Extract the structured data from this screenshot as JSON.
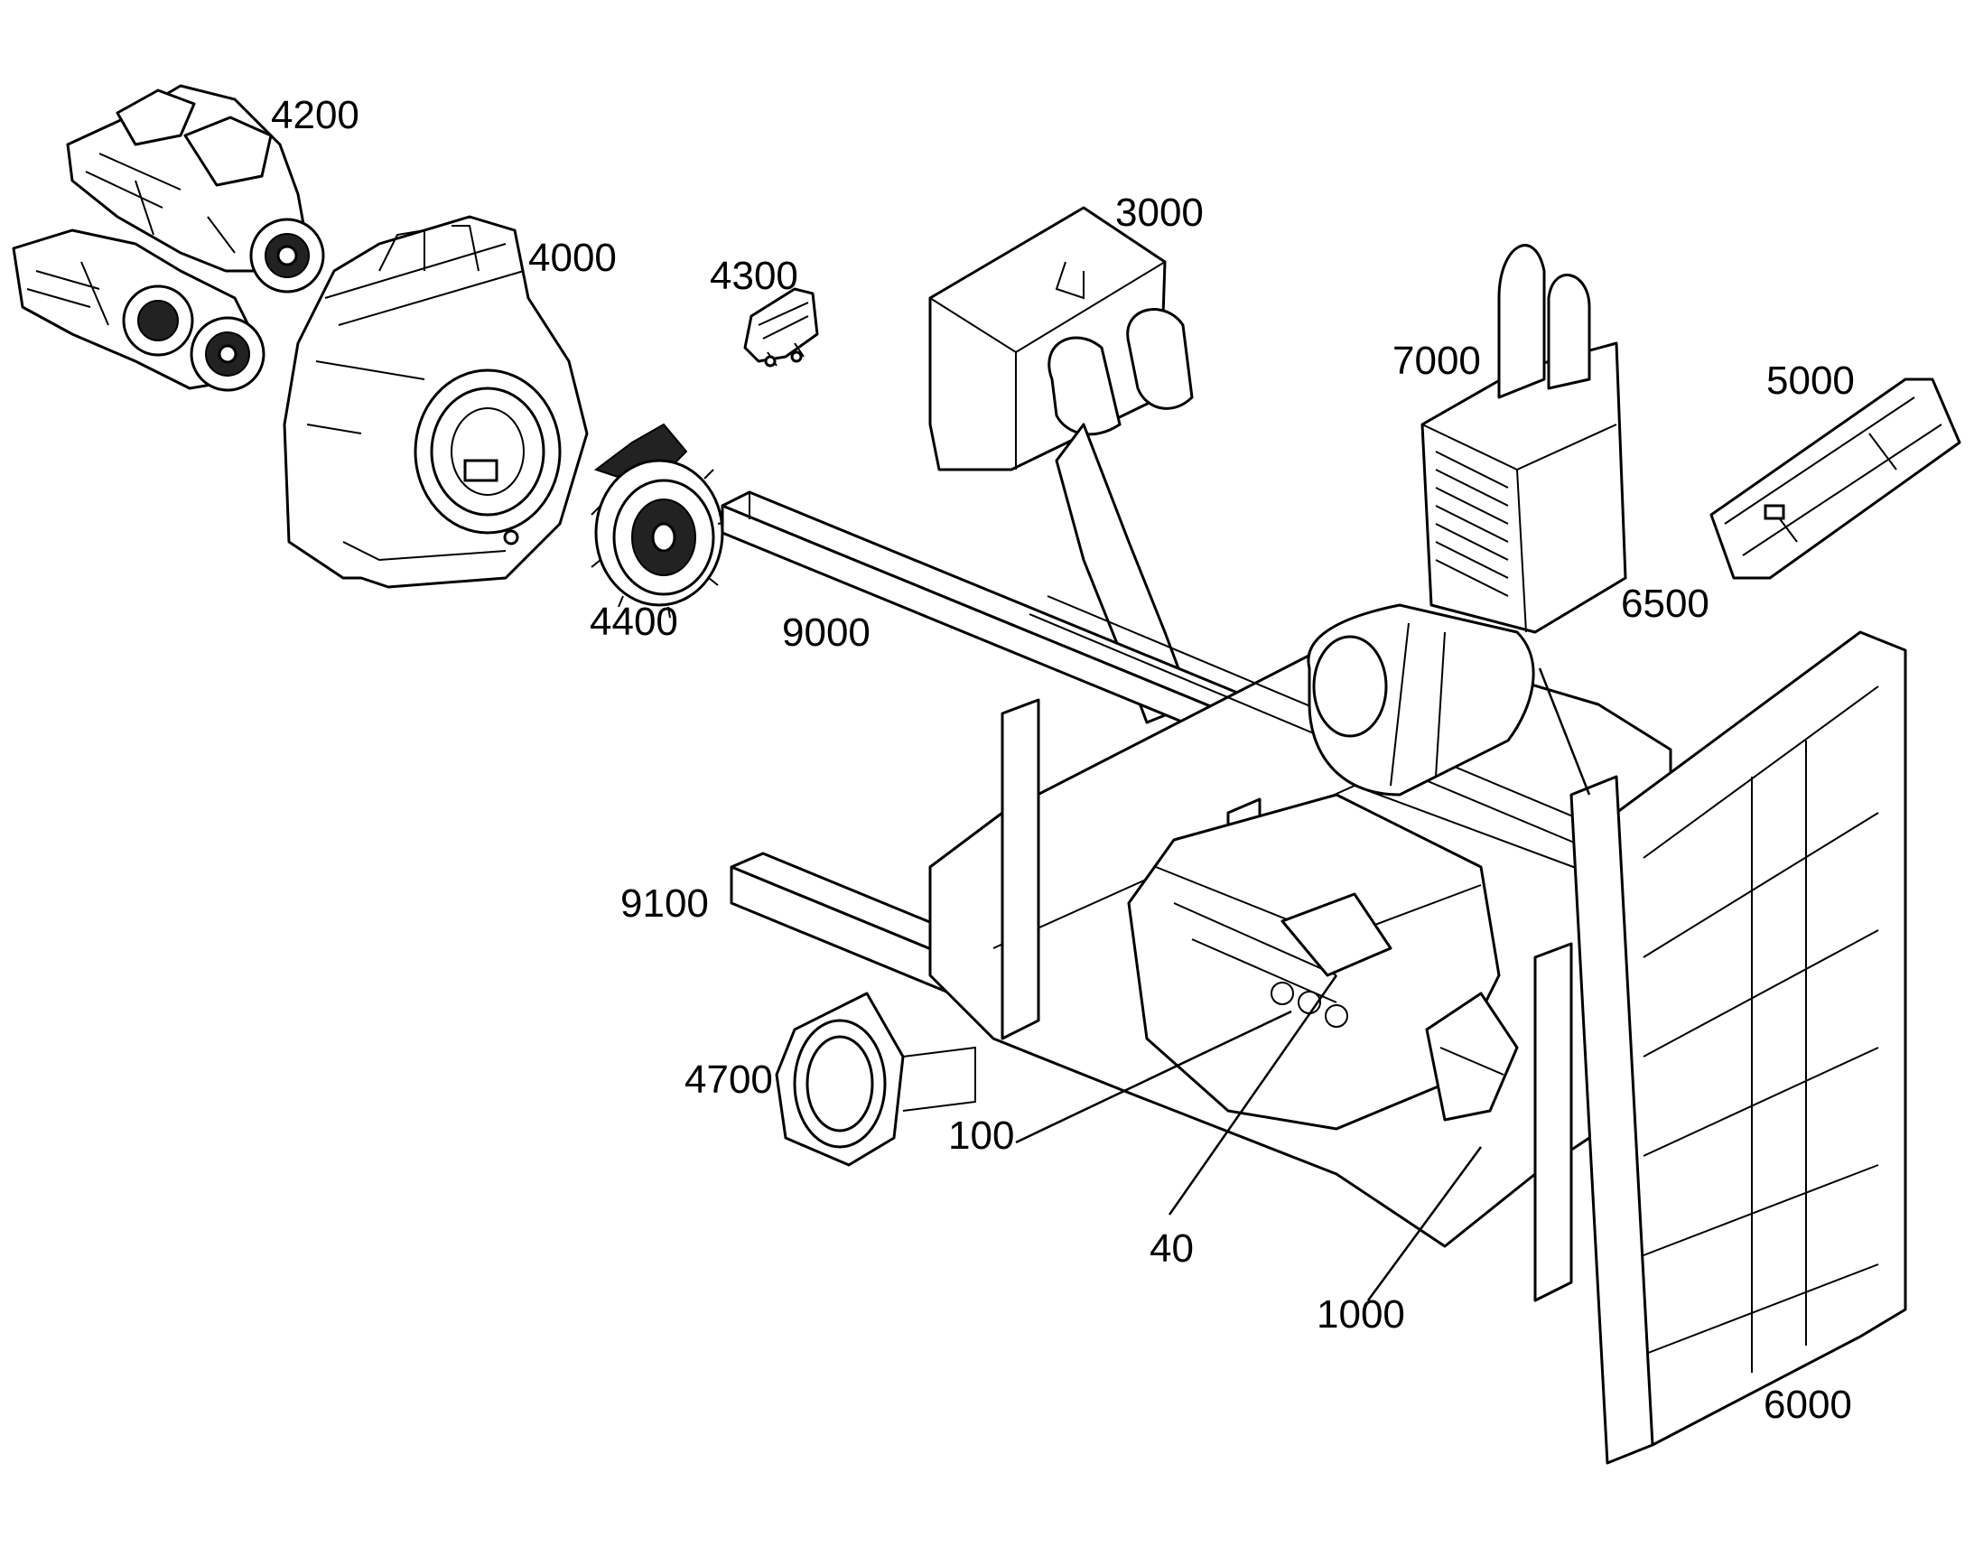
{
  "diagram": {
    "callouts": [
      {
        "id": "4200",
        "label": "4200"
      },
      {
        "id": "4000",
        "label": "4000"
      },
      {
        "id": "3000",
        "label": "3000"
      },
      {
        "id": "4300",
        "label": "4300"
      },
      {
        "id": "7000",
        "label": "7000"
      },
      {
        "id": "5000",
        "label": "5000"
      },
      {
        "id": "4400",
        "label": "4400"
      },
      {
        "id": "9000",
        "label": "9000"
      },
      {
        "id": "6500",
        "label": "6500"
      },
      {
        "id": "9100",
        "label": "9100"
      },
      {
        "id": "4700",
        "label": "4700"
      },
      {
        "id": "100",
        "label": "100"
      },
      {
        "id": "40",
        "label": "40"
      },
      {
        "id": "1000",
        "label": "1000"
      },
      {
        "id": "6000",
        "label": "6000"
      }
    ],
    "colors": {
      "line": "#000000",
      "background": "#ffffff",
      "shade": "#222222"
    }
  }
}
